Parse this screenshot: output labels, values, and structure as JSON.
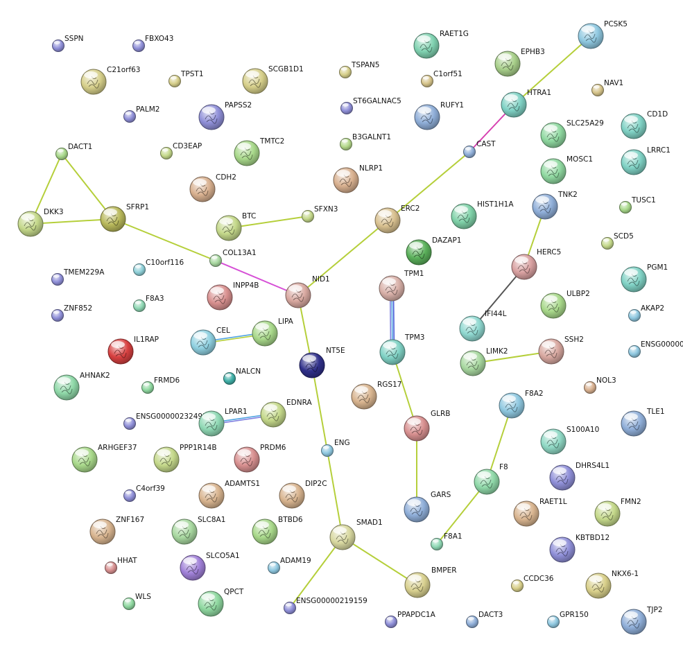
{
  "network": {
    "nodes": [
      {
        "id": "SSPN",
        "color": "#8f8fd8",
        "size": "s"
      },
      {
        "id": "FBXO43",
        "color": "#8f8fd8",
        "size": "s"
      },
      {
        "id": "C21orf63",
        "color": "#d6cf8a",
        "size": "l",
        "structure": true
      },
      {
        "id": "TPST1",
        "color": "#d6cf8a",
        "size": "s"
      },
      {
        "id": "SCGB1D1",
        "color": "#d6cf8a",
        "size": "l",
        "structure": true
      },
      {
        "id": "RAET1G",
        "color": "#7fd1b0",
        "size": "l",
        "structure": true
      },
      {
        "id": "TSPAN5",
        "color": "#d6cf8a",
        "size": "s"
      },
      {
        "id": "C1orf51",
        "color": "#d6c48a",
        "size": "s"
      },
      {
        "id": "EPHB3",
        "color": "#a8cf8a",
        "size": "l",
        "structure": true
      },
      {
        "id": "PCSK5",
        "color": "#8fc8e0",
        "size": "l",
        "structure": true
      },
      {
        "id": "NAV1",
        "color": "#d6c48a",
        "size": "s"
      },
      {
        "id": "PALM2",
        "color": "#8f8fd8",
        "size": "s"
      },
      {
        "id": "PAPSS2",
        "color": "#8f8fd8",
        "size": "l",
        "structure": true
      },
      {
        "id": "ST6GALNAC5",
        "color": "#8f8fd8",
        "size": "s"
      },
      {
        "id": "RUFY1",
        "color": "#8faed8",
        "size": "l",
        "structure": true
      },
      {
        "id": "HTRA1",
        "color": "#7fd1c4",
        "size": "l",
        "structure": true
      },
      {
        "id": "SLC25A29",
        "color": "#8fd8a0",
        "size": "l",
        "structure": true
      },
      {
        "id": "CD1D",
        "color": "#7fd1c4",
        "size": "l",
        "structure": true
      },
      {
        "id": "DACT1",
        "color": "#a8d88a",
        "size": "s"
      },
      {
        "id": "CD3EAP",
        "color": "#c4d88a",
        "size": "s"
      },
      {
        "id": "TMTC2",
        "color": "#a8d88a",
        "size": "l",
        "structure": true
      },
      {
        "id": "B3GALNT1",
        "color": "#b4d88a",
        "size": "s"
      },
      {
        "id": "CAST",
        "color": "#8faed8",
        "size": "s"
      },
      {
        "id": "MOSC1",
        "color": "#8fd8a0",
        "size": "l",
        "structure": true
      },
      {
        "id": "LRRC1",
        "color": "#7fd1c4",
        "size": "l",
        "structure": true
      },
      {
        "id": "NLRP1",
        "color": "#d8b08f",
        "size": "l",
        "structure": true
      },
      {
        "id": "CDH2",
        "color": "#d8b08f",
        "size": "l",
        "structure": true
      },
      {
        "id": "DKK3",
        "color": "#c4d88a",
        "size": "l",
        "structure": true
      },
      {
        "id": "SFRP1",
        "color": "#b8b85a",
        "size": "l",
        "structure": true
      },
      {
        "id": "BTC",
        "color": "#c4d88a",
        "size": "l",
        "structure": true
      },
      {
        "id": "SFXN3",
        "color": "#c4d88a",
        "size": "s"
      },
      {
        "id": "ERC2",
        "color": "#d8c08f",
        "size": "l",
        "structure": true
      },
      {
        "id": "HIST1H1A",
        "color": "#7fd1a8",
        "size": "l",
        "structure": true
      },
      {
        "id": "TNK2",
        "color": "#8faed8",
        "size": "l",
        "structure": true
      },
      {
        "id": "TUSC1",
        "color": "#a8d88a",
        "size": "s"
      },
      {
        "id": "DAZAP1",
        "color": "#5ab05a",
        "size": "l",
        "structure": true
      },
      {
        "id": "SCD5",
        "color": "#c4d88a",
        "size": "s"
      },
      {
        "id": "COL13A1",
        "color": "#a8d8a0",
        "size": "s"
      },
      {
        "id": "TMEM229A",
        "color": "#8f8fd8",
        "size": "s"
      },
      {
        "id": "C10orf116",
        "color": "#8fd0d8",
        "size": "s"
      },
      {
        "id": "INPP4B",
        "color": "#d8908f",
        "size": "l",
        "structure": true
      },
      {
        "id": "NID1",
        "color": "#d8a8a0",
        "size": "l",
        "structure": true
      },
      {
        "id": "TPM1",
        "color": "#d8b0a8",
        "size": "l",
        "structure": true
      },
      {
        "id": "HERC5",
        "color": "#d8a0a0",
        "size": "l",
        "structure": true
      },
      {
        "id": "PGM1",
        "color": "#7fd1c4",
        "size": "l",
        "structure": true
      },
      {
        "id": "ZNF852",
        "color": "#8f8fd8",
        "size": "s"
      },
      {
        "id": "F8A3",
        "color": "#8fd8b4",
        "size": "s"
      },
      {
        "id": "ULBP2",
        "color": "#a8d88a",
        "size": "l",
        "structure": true
      },
      {
        "id": "AKAP2",
        "color": "#8fc8e0",
        "size": "s"
      },
      {
        "id": "IL1RAP",
        "color": "#d84040",
        "size": "l",
        "structure": true
      },
      {
        "id": "CEL",
        "color": "#8fd0e0",
        "size": "l",
        "structure": true
      },
      {
        "id": "LIPA",
        "color": "#a8d88a",
        "size": "l",
        "structure": true
      },
      {
        "id": "IFI44L",
        "color": "#8fd8d0",
        "size": "l",
        "structure": true
      },
      {
        "id": "SSH2",
        "color": "#d8a8a0",
        "size": "l",
        "structure": true
      },
      {
        "id": "ENSG00000",
        "color": "#8fc8e0",
        "size": "s"
      },
      {
        "id": "NT5E",
        "color": "#30308a",
        "size": "l",
        "structure": true
      },
      {
        "id": "TPM3",
        "color": "#7fd1c4",
        "size": "l",
        "structure": true
      },
      {
        "id": "LIMK2",
        "color": "#a8d8a0",
        "size": "l",
        "structure": true
      },
      {
        "id": "AHNAK2",
        "color": "#8fd8a8",
        "size": "l",
        "structure": true
      },
      {
        "id": "NALCN",
        "color": "#40b0a8",
        "size": "s"
      },
      {
        "id": "FRMD6",
        "color": "#8fd8a0",
        "size": "s"
      },
      {
        "id": "RGS17",
        "color": "#d8b48f",
        "size": "l",
        "structure": true
      },
      {
        "id": "NOL3",
        "color": "#d8b08f",
        "size": "s"
      },
      {
        "id": "F8A2",
        "color": "#8fc8e0",
        "size": "l",
        "structure": true
      },
      {
        "id": "ENSG00000232495",
        "color": "#8f8fd8",
        "size": "s"
      },
      {
        "id": "LPAR1",
        "color": "#8fd8b4",
        "size": "l",
        "structure": true
      },
      {
        "id": "EDNRA",
        "color": "#c4d88a",
        "size": "l",
        "structure": true
      },
      {
        "id": "GLRB",
        "color": "#d89090",
        "size": "l",
        "structure": true
      },
      {
        "id": "TLE1",
        "color": "#8faed8",
        "size": "l",
        "structure": true
      },
      {
        "id": "S100A10",
        "color": "#8fd8c4",
        "size": "l",
        "structure": true
      },
      {
        "id": "ARHGEF37",
        "color": "#a8d88a",
        "size": "l",
        "structure": true
      },
      {
        "id": "PPP1R14B",
        "color": "#c4d88a",
        "size": "l",
        "structure": true
      },
      {
        "id": "PRDM6",
        "color": "#d89090",
        "size": "l",
        "structure": true
      },
      {
        "id": "ENG",
        "color": "#8fc8e0",
        "size": "s"
      },
      {
        "id": "F8",
        "color": "#8fd8a8",
        "size": "l",
        "structure": true
      },
      {
        "id": "DHRS4L1",
        "color": "#8f8fd8",
        "size": "l",
        "structure": true
      },
      {
        "id": "C4orf39",
        "color": "#8f8fd8",
        "size": "s"
      },
      {
        "id": "ADAMTS1",
        "color": "#d8b48f",
        "size": "l",
        "structure": true
      },
      {
        "id": "DIP2C",
        "color": "#d8b48f",
        "size": "l",
        "structure": true
      },
      {
        "id": "GARS",
        "color": "#8faed8",
        "size": "l",
        "structure": true
      },
      {
        "id": "RAET1L",
        "color": "#d8b48f",
        "size": "l",
        "structure": true
      },
      {
        "id": "FMN2",
        "color": "#c4d88a",
        "size": "l",
        "structure": true
      },
      {
        "id": "ZNF167",
        "color": "#d8b48f",
        "size": "l",
        "structure": true
      },
      {
        "id": "SLC8A1",
        "color": "#a8d8a0",
        "size": "l",
        "structure": true
      },
      {
        "id": "BTBD6",
        "color": "#a8d88a",
        "size": "l",
        "structure": true
      },
      {
        "id": "SMAD1",
        "color": "#d8d8a0",
        "size": "l",
        "structure": true
      },
      {
        "id": "F8A1",
        "color": "#8fd8b4",
        "size": "s"
      },
      {
        "id": "KBTBD12",
        "color": "#8f8fd8",
        "size": "l",
        "structure": true
      },
      {
        "id": "HHAT",
        "color": "#d89090",
        "size": "s"
      },
      {
        "id": "SLCO5A1",
        "color": "#a080d8",
        "size": "l",
        "structure": true
      },
      {
        "id": "ADAM19",
        "color": "#8fc8e0",
        "size": "s"
      },
      {
        "id": "BMPER",
        "color": "#d8d08f",
        "size": "l",
        "structure": true
      },
      {
        "id": "CCDC36",
        "color": "#d8cf8a",
        "size": "s"
      },
      {
        "id": "NKX6-1",
        "color": "#d8cf8a",
        "size": "l",
        "structure": true
      },
      {
        "id": "WLS",
        "color": "#8fd8a0",
        "size": "s"
      },
      {
        "id": "QPCT",
        "color": "#8fd8a0",
        "size": "l",
        "structure": true
      },
      {
        "id": "ENSG00000219159",
        "color": "#8f8fd8",
        "size": "s"
      },
      {
        "id": "PPAPDC1A",
        "color": "#8f8fd8",
        "size": "s"
      },
      {
        "id": "DACT3",
        "color": "#8faed8",
        "size": "s"
      },
      {
        "id": "GPR150",
        "color": "#8fc8e0",
        "size": "s"
      },
      {
        "id": "TJP2",
        "color": "#8faed8",
        "size": "l",
        "structure": true
      }
    ],
    "edges": [
      {
        "source": "DACT1",
        "target": "DKK3",
        "color": "#b5cf3a"
      },
      {
        "source": "DACT1",
        "target": "SFRP1",
        "color": "#b5cf3a"
      },
      {
        "source": "DKK3",
        "target": "SFRP1",
        "color": "#b5cf3a"
      },
      {
        "source": "SFRP1",
        "target": "COL13A1",
        "color": "#b5cf3a"
      },
      {
        "source": "COL13A1",
        "target": "NID1",
        "color": "#d64fd6"
      },
      {
        "source": "BTC",
        "target": "SFXN3",
        "color": "#b5cf3a"
      },
      {
        "source": "NID1",
        "target": "ERC2",
        "color": "#b5cf3a"
      },
      {
        "source": "ERC2",
        "target": "CAST",
        "color": "#b5cf3a"
      },
      {
        "source": "CAST",
        "target": "HTRA1",
        "color": "#d63fb0"
      },
      {
        "source": "HTRA1",
        "target": "PCSK5",
        "color": "#b5cf3a"
      },
      {
        "source": "NID1",
        "target": "NT5E",
        "color": "#b5cf3a"
      },
      {
        "source": "NT5E",
        "target": "ENG",
        "color": "#b5cf3a"
      },
      {
        "source": "ENG",
        "target": "SMAD1",
        "color": "#b5cf3a"
      },
      {
        "source": "SMAD1",
        "target": "BMPER",
        "color": "#b5cf3a"
      },
      {
        "source": "SMAD1",
        "target": "ENSG00000219159",
        "color": "#b5cf3a"
      },
      {
        "source": "TPM1",
        "target": "TPM3",
        "color": "#4a64d8",
        "multi": [
          "#3f57d6",
          "#4fa3e0",
          "#8080e0"
        ]
      },
      {
        "source": "TPM3",
        "target": "GLRB",
        "color": "#b5cf3a"
      },
      {
        "source": "GLRB",
        "target": "GARS",
        "color": "#b5cf3a"
      },
      {
        "source": "TNK2",
        "target": "HERC5",
        "color": "#b5cf3a"
      },
      {
        "source": "HERC5",
        "target": "IFI44L",
        "color": "#555555"
      },
      {
        "source": "LIMK2",
        "target": "SSH2",
        "color": "#b5cf3a"
      },
      {
        "source": "CEL",
        "target": "LIPA",
        "color": "#4fa3e0",
        "multi": [
          "#4fa3e0",
          "#b5cf3a"
        ]
      },
      {
        "source": "LPAR1",
        "target": "EDNRA",
        "color": "#4fa3e0",
        "multi": [
          "#4fa3e0",
          "#8080e0"
        ]
      },
      {
        "source": "F8A2",
        "target": "F8",
        "color": "#b5cf3a"
      },
      {
        "source": "F8",
        "target": "F8A1",
        "color": "#b5cf3a"
      }
    ]
  }
}
